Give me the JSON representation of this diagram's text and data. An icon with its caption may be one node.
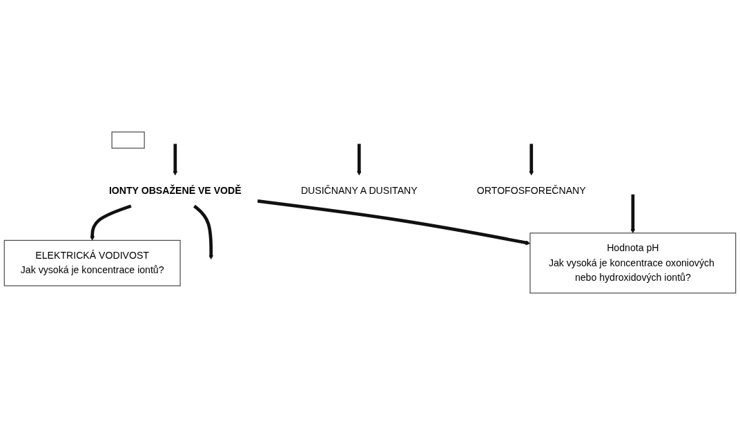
{
  "diagram": {
    "nodes": [
      {
        "text": [
          "IONTY OBSAŽENÉ VE VODĚ"
        ]
      },
      {
        "text": [
          "ELEKTRICKÁ VODIVOST",
          "Jak vysoká je koncentrace iontů?"
        ]
      },
      {
        "text": [],
        "shape": "box"
      },
      {
        "text": [
          "Hodnota pH",
          "Jak vysoká je koncentrace oxoniových nebo hydroxidových iontů?"
        ]
      },
      {
        "text": [
          "DUSIČNANY A DUSITANY"
        ]
      },
      {
        "text": [
          "ORTOFOSFOREČNANY"
        ]
      }
    ],
    "edges": [
      {
        "from": null,
        "to": 0,
        "arrow": "to"
      },
      {
        "from": 0,
        "to": 1,
        "arrow": "to"
      },
      {
        "from": 0,
        "to": null,
        "arrow": "to"
      },
      {
        "from": 0,
        "to": 3,
        "arrow": "to"
      },
      {
        "from": null,
        "to": 3,
        "arrow": "to"
      },
      {
        "from": null,
        "to": 4,
        "arrow": "to"
      },
      {
        "from": null,
        "to": 5,
        "arrow": "to"
      }
    ]
  }
}
